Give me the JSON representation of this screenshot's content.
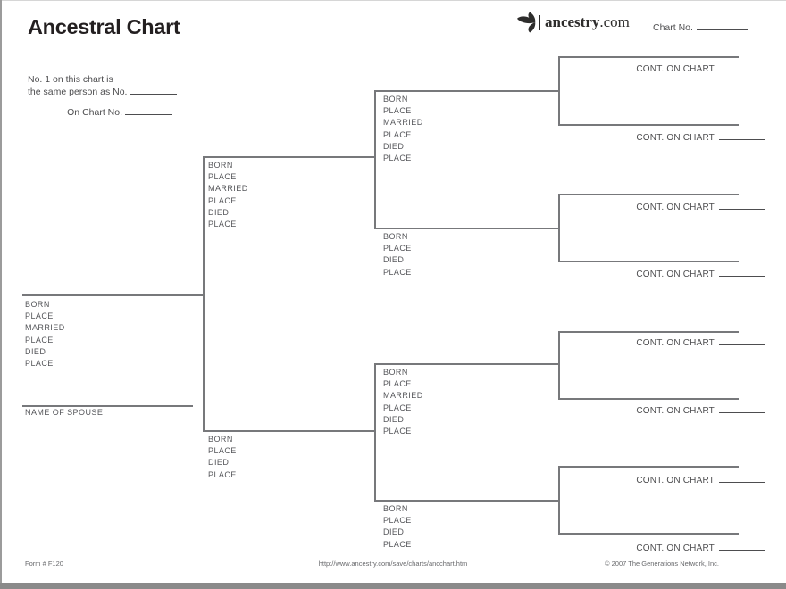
{
  "header": {
    "title": "Ancestral Chart",
    "logo": {
      "icon": "ancestry-leaf-icon",
      "brand": "ancestry",
      "domain": ".com"
    },
    "chart_no_label": "Chart No."
  },
  "instructions": {
    "line1": "No. 1 on this chart is",
    "line2": "the same person as No.",
    "line3": "On Chart No."
  },
  "field_labels": {
    "full": [
      "BORN",
      "PLACE",
      "MARRIED",
      "PLACE",
      "DIED",
      "PLACE"
    ],
    "short": [
      "BORN",
      "PLACE",
      "DIED",
      "PLACE"
    ],
    "spouse": "NAME OF SPOUSE",
    "cont_on_chart": "CONT. ON CHART"
  },
  "footer": {
    "form_number": "Form # F120",
    "url": "http://www.ancestry.com/save/charts/ancchart.htm",
    "copyright": "© 2007 The Generations Network, Inc."
  },
  "colors": {
    "line": "#77787b",
    "field_text": "#55565a",
    "instruction_text": "#4d4d4f",
    "title_text": "#231f20",
    "footer_text": "#68696c",
    "logo_ink": "#2e2d2c",
    "bottom_bar": "#8a8a8a"
  }
}
